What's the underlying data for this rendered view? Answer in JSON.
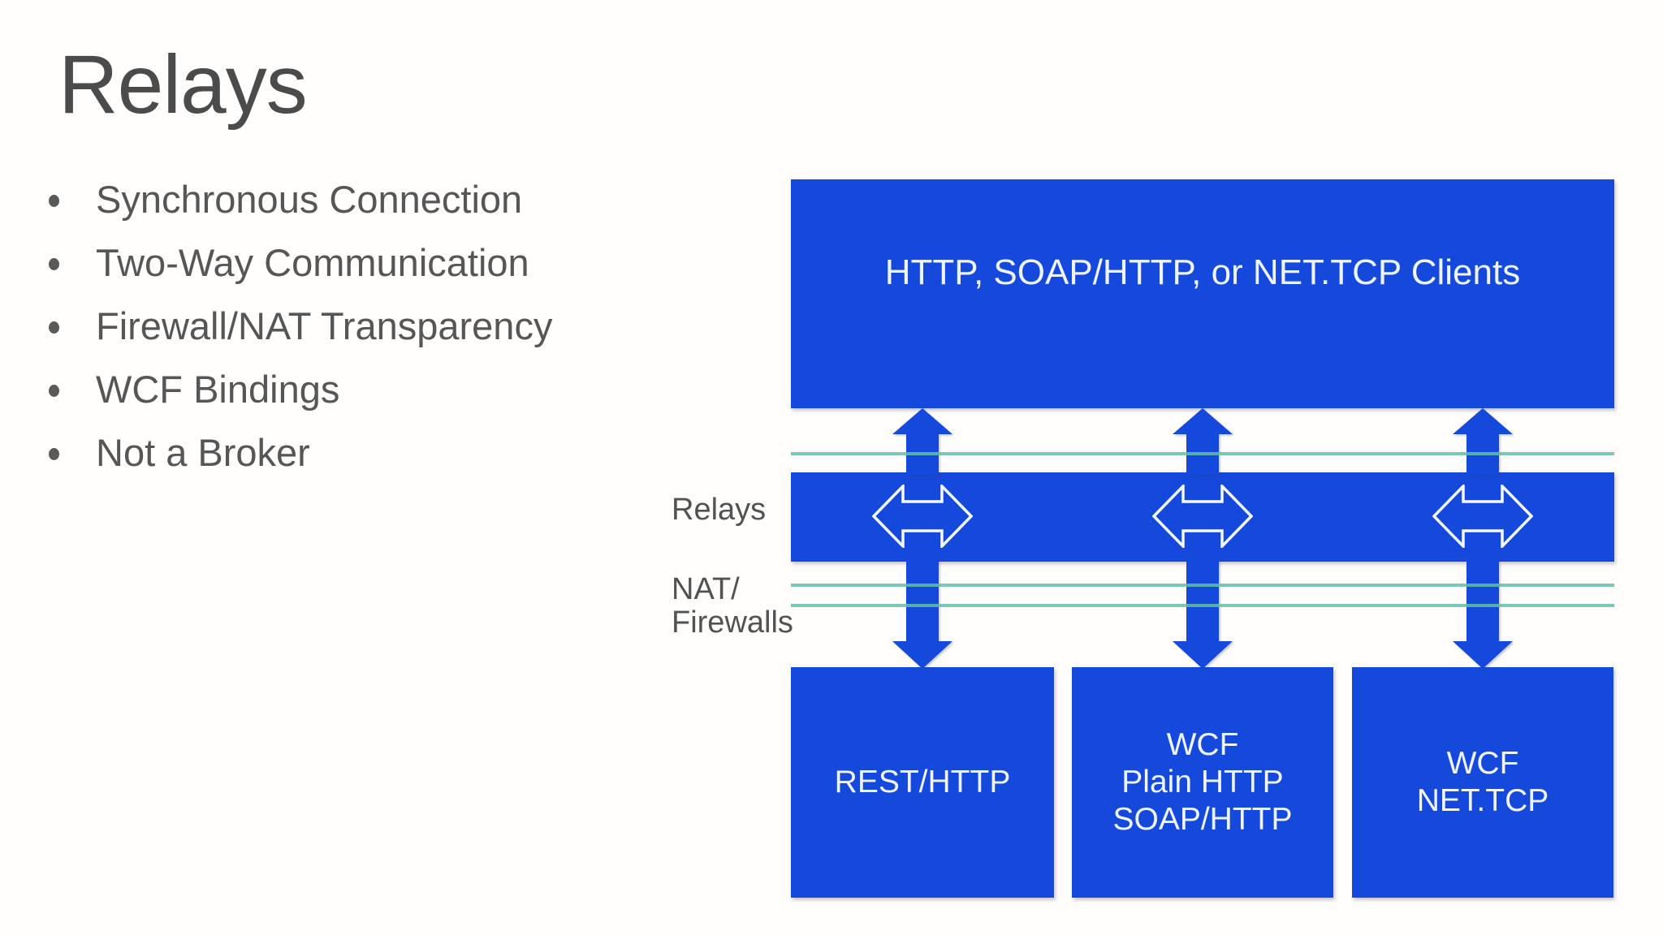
{
  "slide": {
    "title": "Relays",
    "bullets": [
      "Synchronous Connection",
      "Two-Way Communication",
      "Firewall/NAT Transparency",
      "WCF Bindings",
      "Not a Broker"
    ]
  },
  "diagram": {
    "clients_box_label": "HTTP, SOAP/HTTP, or NET.TCP Clients",
    "relays_label": "Relays",
    "nat_firewalls_label": [
      "NAT/",
      "Firewalls"
    ],
    "endpoint_boxes": [
      {
        "lines": [
          "REST/HTTP"
        ]
      },
      {
        "lines": [
          "WCF",
          "Plain HTTP",
          "SOAP/HTTP"
        ]
      },
      {
        "lines": [
          "WCF",
          "NET.TCP"
        ]
      }
    ],
    "icons": {
      "vertical_connector": "up-arrow / down-arrow",
      "relay_exchange": "left-right-double-arrow"
    },
    "colors": {
      "shape_blue": "#1549dc",
      "firewall_teal": "#74c6b3",
      "box_text": "#eef3fc",
      "label_gray": "#525252",
      "title_gray": "#4b4b4b"
    }
  }
}
